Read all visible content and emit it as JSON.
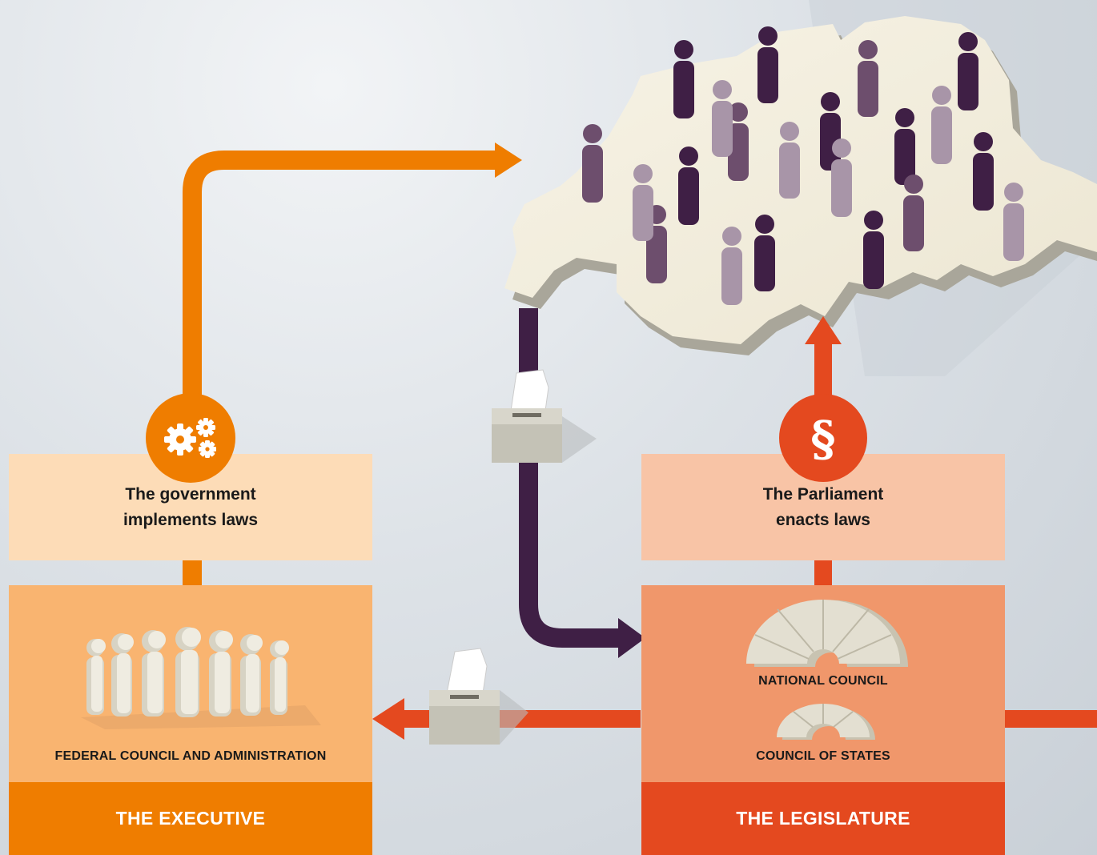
{
  "executive": {
    "note_line1": "The government",
    "note_line2": "implements laws",
    "body_label": "FEDERAL COUNCIL AND ADMINISTRATION",
    "footer": "THE EXECUTIVE",
    "color": "#ef7d00",
    "icon": "gears-icon"
  },
  "legislature": {
    "note_line1": "The Parliament",
    "note_line2": "enacts laws",
    "chamber1_label": "NATIONAL COUNCIL",
    "chamber2_label": "COUNCIL OF STATES",
    "footer": "THE LEGISLATURE",
    "color": "#e4491f",
    "icon": "section-sign-icon",
    "icon_glyph": "§"
  },
  "people": {
    "map": "switzerland-map",
    "color_dark": "#3f1f45",
    "color_mid": "#6d4e6d",
    "color_light": "#a895a8"
  },
  "flows": [
    {
      "from": "executive",
      "to": "people",
      "color": "#ef7d00"
    },
    {
      "from": "people",
      "to": "legislature",
      "color": "#3f1f45",
      "via": "ballot-box-icon"
    },
    {
      "from": "legislature",
      "to": "people",
      "color": "#e4491f"
    },
    {
      "from": "legislature",
      "to": "executive",
      "color": "#e4491f",
      "via": "ballot-box-icon"
    }
  ]
}
